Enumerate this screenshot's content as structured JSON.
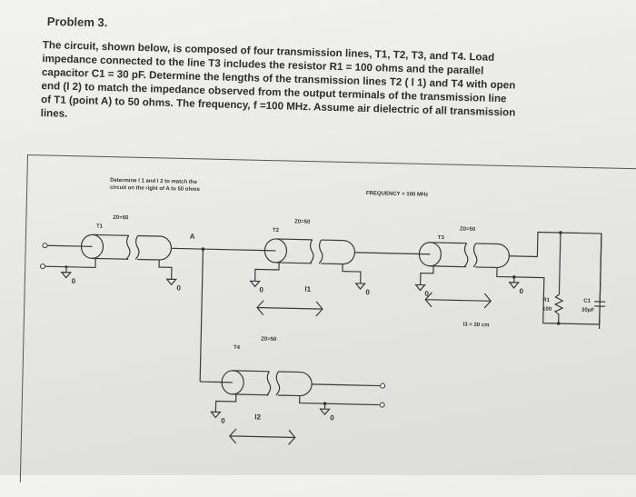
{
  "problem": {
    "title": "Problem 3.",
    "text_lines": [
      "The circuit, shown below, is composed of four transmission lines, T1, T2, T3, and T4. Load",
      "impedance connected to the line T3 includes the resistor R1 = 100 ohms and the parallel",
      "capacitor C1 = 30 pF. Determine the lengths of the transmission lines T2 ( l 1) and T4 with open",
      "end (l 2) to match the impedance observed from the output terminals of the transmission line",
      "of T1 (point A) to 50 ohms. The frequency, f =100 MHz. Assume air dielectric of all transmission",
      "lines."
    ]
  },
  "figure": {
    "note_line1": "Determine l 1 and l 2 to match the",
    "note_line2": "circuit on the right of A to 50 ohms",
    "frequency_label": "FREQUENCY = 100 MHz",
    "point_a": "A",
    "lines": [
      {
        "name": "T1",
        "z0": "Z0=50"
      },
      {
        "name": "T2",
        "z0": "Z0=50"
      },
      {
        "name": "T3",
        "z0": "Z0=50"
      },
      {
        "name": "T4",
        "z0": "Z0=50"
      }
    ],
    "length_labels": {
      "l1": "l1",
      "l2": "l2",
      "l3": "l3 = 20 cm"
    },
    "ground_label": "0",
    "r1": {
      "name": "R1",
      "value": "100"
    },
    "c1": {
      "name": "C1",
      "value": "30pF"
    }
  }
}
